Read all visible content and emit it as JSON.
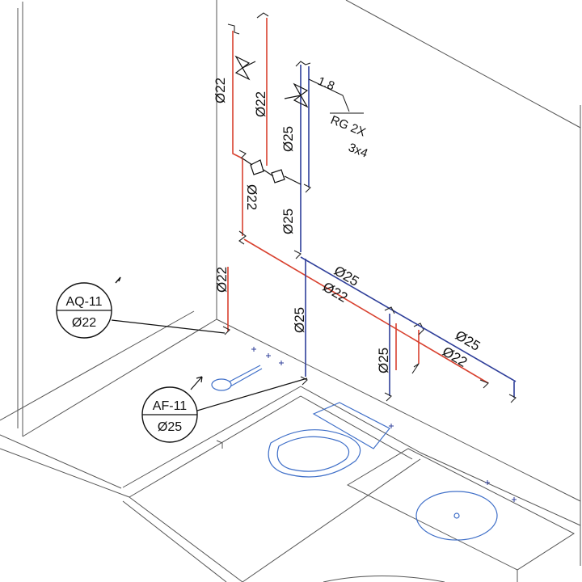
{
  "colors": {
    "hot_pipe": "#d8412f",
    "cold_pipe": "#2f3f9a",
    "fixture": "#3f6fc8",
    "building": "#555555",
    "annotation": "#111111"
  },
  "hot_supply": {
    "tag": "AQ-11",
    "diameter": "Ø22",
    "segment_labels": [
      "Ø22",
      "Ø22",
      "Ø22",
      "Ø22",
      "Ø22",
      "Ø22"
    ]
  },
  "cold_supply": {
    "tag": "AF-11",
    "diameter": "Ø25",
    "segment_labels": [
      "Ø25",
      "Ø25",
      "Ø25",
      "Ø25",
      "Ø25",
      "Ø25"
    ]
  },
  "valve_note": {
    "height": "1.8",
    "type": "RG 2X",
    "size": "3x4"
  },
  "fixtures": [
    "floor-drain",
    "toilet",
    "washbasin"
  ]
}
